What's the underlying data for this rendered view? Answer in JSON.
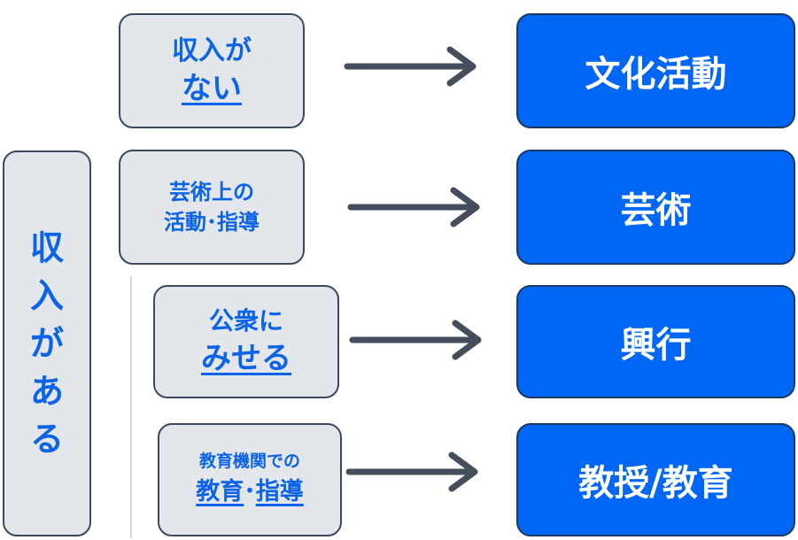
{
  "left_group": {
    "label_chars": [
      "収",
      "入",
      "が",
      "あ",
      "る"
    ]
  },
  "conditions": [
    {
      "line1": "収入が",
      "line2": "ない"
    },
    {
      "line1": "芸術上の",
      "line2": "活動･指導"
    },
    {
      "line1": "公衆に",
      "line2": "みせる"
    },
    {
      "line1": "教育機関での",
      "line2a": "教育",
      "sep": "･",
      "line2b": "指導"
    }
  ],
  "results": [
    "文化活動",
    "芸術",
    "興行",
    "教授/教育"
  ],
  "colors": {
    "blue": "#0066f5",
    "grey_box": "#e3e6eb",
    "accent_text": "#0a63e8",
    "arrow": "#444e5c"
  }
}
